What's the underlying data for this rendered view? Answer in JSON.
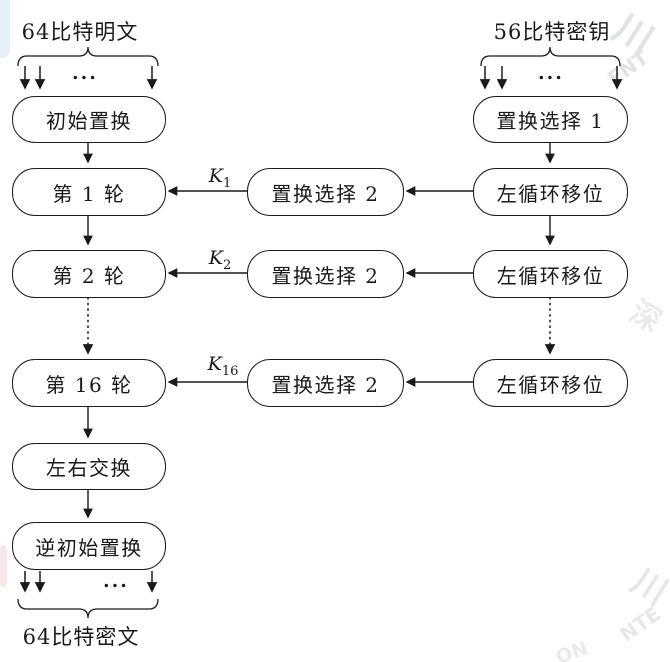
{
  "labels": {
    "plaintext": "64比特明文",
    "key": "56比特密钥",
    "ciphertext": "64比特密文",
    "ellipsis": "..."
  },
  "nodes": {
    "initial_permutation": "初始置换",
    "round_1": "第 1 轮",
    "round_2": "第 2 轮",
    "round_16": "第 16 轮",
    "swap_lr": "左右交换",
    "inverse_initial_permutation": "逆初始置换",
    "permuted_choice_1": "置换选择 1",
    "permuted_choice_2": "置换选择 2",
    "left_circular_shift": "左循环移位"
  },
  "round_keys": [
    {
      "base": "K",
      "sub": "1"
    },
    {
      "base": "K",
      "sub": "2"
    },
    {
      "base": "K",
      "sub": "16"
    }
  ],
  "watermarks": {
    "w1": "川",
    "w2": "ENT",
    "w3": "深",
    "w4": "川",
    "w5": "NTE",
    "w6": "ON"
  },
  "colors": {
    "line": "#1a1a1a",
    "background": "#ffffff",
    "watermark": "#dfe3e5"
  }
}
